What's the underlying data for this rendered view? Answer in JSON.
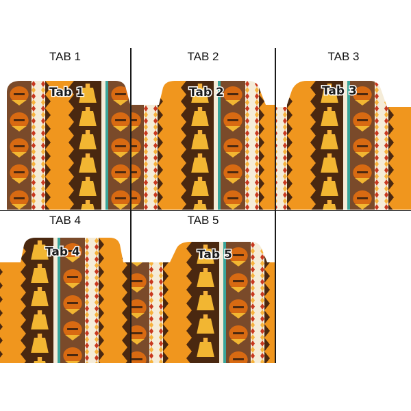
{
  "tabs": [
    {
      "label": "TAB 1",
      "tab_text": "Tab 1",
      "cell": "c1"
    },
    {
      "label": "TAB 2",
      "tab_text": "Tab 2",
      "cell": "c2"
    },
    {
      "label": "TAB 3",
      "tab_text": "Tab 3",
      "cell": "c3"
    },
    {
      "label": "TAB 4",
      "tab_text": "Tab 4",
      "cell": "c4"
    },
    {
      "label": "TAB 5",
      "tab_text": "Tab 5",
      "cell": "c5"
    }
  ],
  "colors": {
    "dark_brown": "#4a2810",
    "mid_brown": "#7a4a2a",
    "orange": "#f0961e",
    "light_orange": "#f7b23c",
    "cream": "#f5ecd8",
    "teal": "#3aa59a",
    "red": "#c8381e",
    "mask": "#d86a12",
    "gold": "#f2b632"
  }
}
